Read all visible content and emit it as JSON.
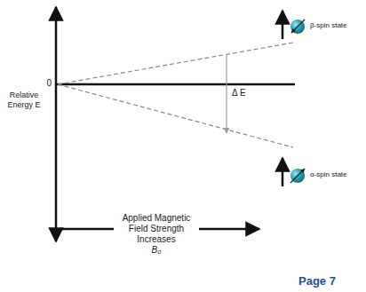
{
  "diagram": {
    "labels": [
      "Relative Energy E",
      "0",
      "Δ E",
      "β-spin state",
      "α-spin state",
      "Applied Magnetic Field Strength Increases",
      "B₀",
      "Page 7"
    ]
  }
}
